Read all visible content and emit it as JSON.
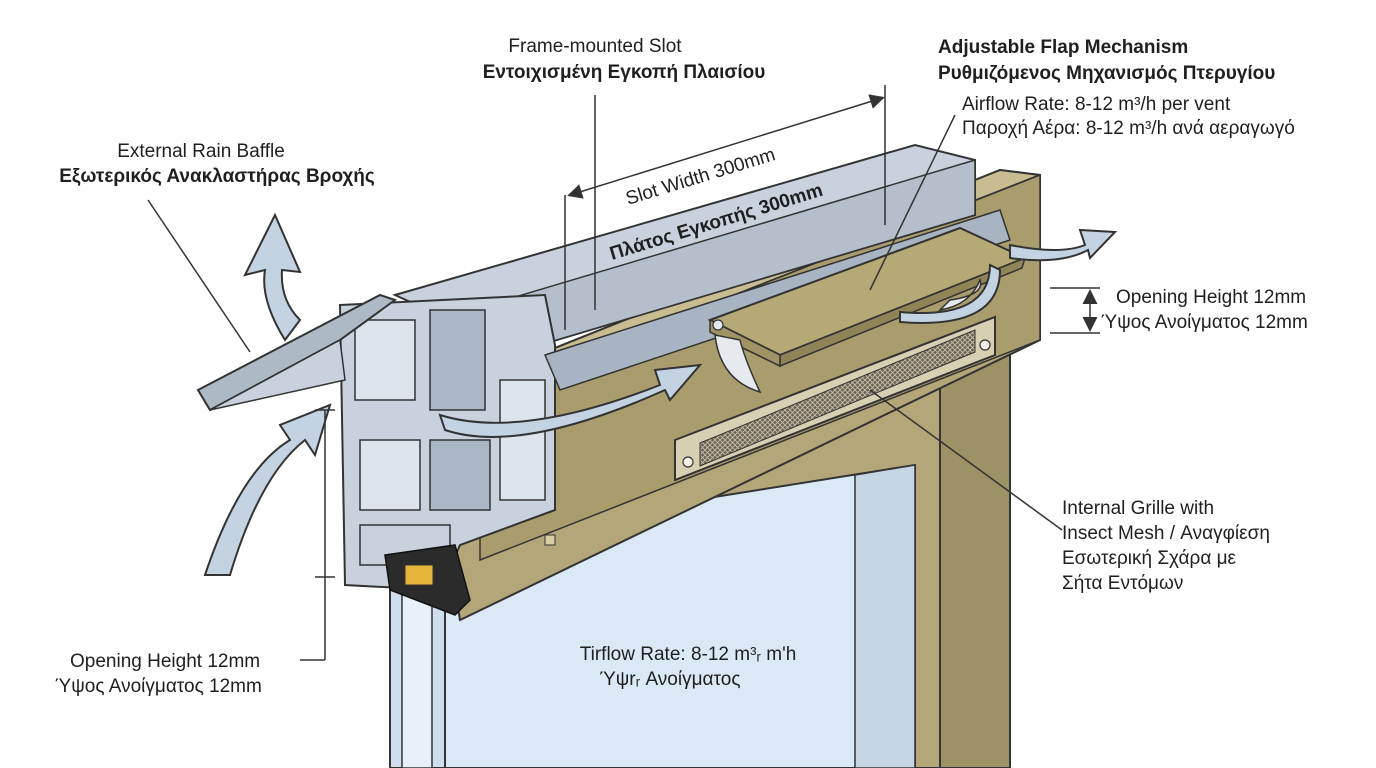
{
  "labels": {
    "frame_slot": {
      "en": "Frame-mounted Slot",
      "el": "Εντοιχισμένη Εγκοπή Πλαισίου"
    },
    "flap": {
      "en": "Adjustable Flap Mechanism",
      "el": "Ρυθμιζόμενος Μηχανισμός Πτερυγίου"
    },
    "airflow": {
      "en": "Airflow Rate: 8-12 m³/h per vent",
      "el": "Παροχή Αέρα: 8-12 m³/h ανά αεραγωγό"
    },
    "rain_baffle": {
      "en": "External Rain Baffle",
      "el": "Εξωτερικός Ανακλαστήρας Βροχής"
    },
    "slot_width": {
      "en": "Slot Width 300mm",
      "el": "Πλάτος Εγκοπής 300mm"
    },
    "opening_height_right": {
      "en": "Opening Height 12mm",
      "el": "Ύψος Ανοίγματος 12mm"
    },
    "opening_height_left": {
      "en": "Opening Height 12mm",
      "el": "Ύψος Ανοίγματος 12mm"
    },
    "grille": {
      "line1": "Internal Grille with",
      "line2": "Insect Mesh / Αναγφίεση",
      "line3": "Εσωτερική Σχάρα με",
      "line4": "Σήτα Εντόμων"
    },
    "glass_text": {
      "line1": "Tirflow Rate: 8-12 m³ᵣ m'h",
      "line2": "Ύψrᵣ Ανοίγματος"
    }
  },
  "colors": {
    "aluminium": "#c9d2dc",
    "aluminium_dark": "#8e9aa8",
    "wood": "#b3a678",
    "wood_dark": "#8f8458",
    "wood_light": "#c8bd90",
    "glass": "#dbe9f6",
    "arrow": "#c3d3e2",
    "line": "#333333"
  }
}
